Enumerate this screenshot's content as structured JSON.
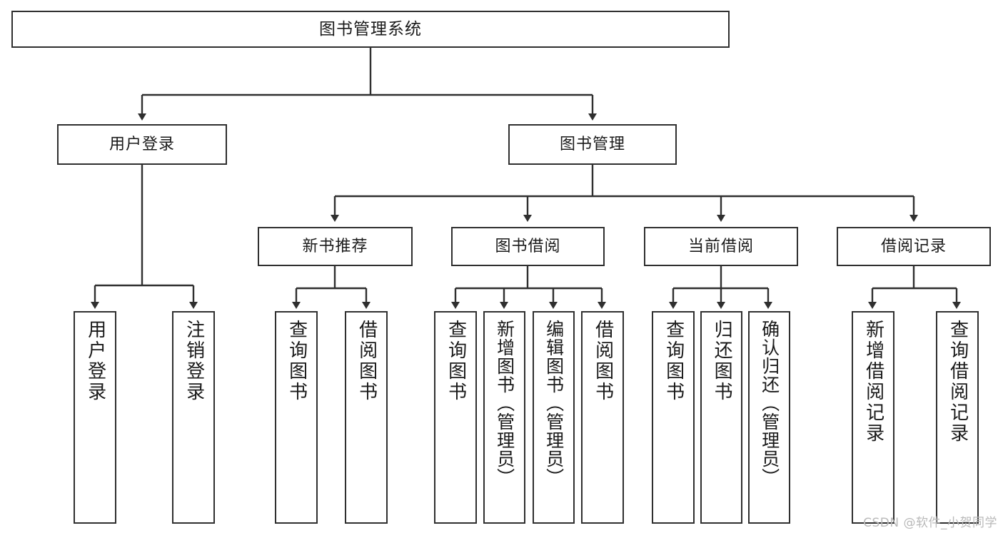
{
  "diagram": {
    "title": "图书管理系统",
    "type": "tree",
    "stroke_color": "#2f2f2f",
    "fill_color": "#ffffff",
    "text_color": "#1a1a1a",
    "root": {
      "id": "root",
      "label": "图书管理系统"
    },
    "level2": [
      {
        "id": "l2-0",
        "label": "用户登录"
      },
      {
        "id": "l2-1",
        "label": "图书管理"
      }
    ],
    "level3": [
      {
        "id": "l3-0",
        "label": "新书推荐"
      },
      {
        "id": "l3-1",
        "label": "图书借阅"
      },
      {
        "id": "l3-2",
        "label": "当前借阅"
      },
      {
        "id": "l3-3",
        "label": "借阅记录"
      }
    ],
    "leaves": [
      {
        "id": "lf-0",
        "label": "用户登录",
        "parent": "用户登录"
      },
      {
        "id": "lf-1",
        "label": "注销登录",
        "parent": "用户登录"
      },
      {
        "id": "lf-2",
        "label": "查询图书",
        "parent": "新书推荐"
      },
      {
        "id": "lf-3",
        "label": "借阅图书",
        "parent": "新书推荐"
      },
      {
        "id": "lf-4",
        "label": "查询图书",
        "parent": "图书借阅"
      },
      {
        "id": "lf-5",
        "label": "新增图书（管理员）",
        "parent": "图书借阅"
      },
      {
        "id": "lf-6",
        "label": "编辑图书（管理员）",
        "parent": "图书借阅"
      },
      {
        "id": "lf-7",
        "label": "借阅图书",
        "parent": "图书借阅"
      },
      {
        "id": "lf-8",
        "label": "查询图书",
        "parent": "当前借阅"
      },
      {
        "id": "lf-9",
        "label": "归还图书",
        "parent": "当前借阅"
      },
      {
        "id": "lf-10",
        "label": "确认归还（管理员）",
        "parent": "当前借阅"
      },
      {
        "id": "lf-11",
        "label": "新增借阅记录",
        "parent": "借阅记录"
      },
      {
        "id": "lf-12",
        "label": "查询借阅记录",
        "parent": "借阅记录"
      }
    ]
  },
  "watermark": {
    "text": "CSDN @软件_小贺同学"
  }
}
